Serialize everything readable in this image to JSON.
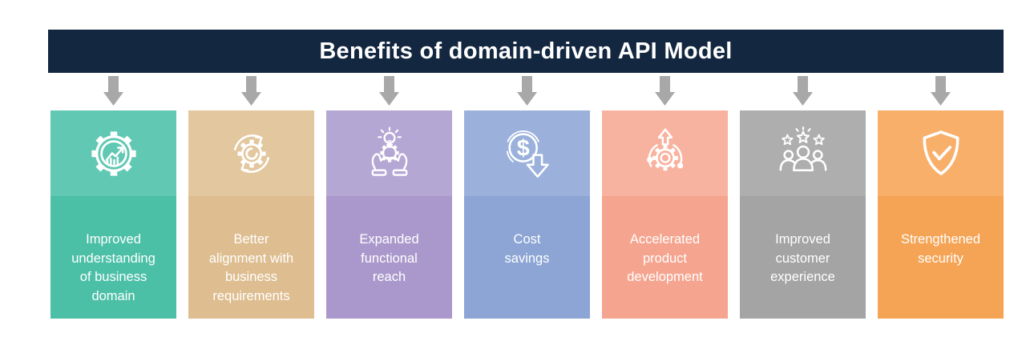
{
  "title": "Benefits of domain-driven API Model",
  "colors": {
    "background": "#FFFFFF",
    "header_bg": "#132740",
    "header_text": "#FFFFFF",
    "arrow": "#A8A8A8",
    "card_text": "#FFFFFF"
  },
  "cards": [
    {
      "id": "improved-understanding",
      "icon": "gear-analytics-icon",
      "label": "Improved\nunderstanding\nof business\ndomain",
      "color_top": "#60C8B3",
      "color_bottom": "#4CC0A7"
    },
    {
      "id": "better-alignment",
      "icon": "gear-sync-icon",
      "label": "Better\nalignment with\nbusiness\nrequirements",
      "color_top": "#E3C79E",
      "color_bottom": "#DEBE90"
    },
    {
      "id": "expanded-reach",
      "icon": "hands-idea-gear-icon",
      "label": "Expanded\nfunctional\nreach",
      "color_top": "#B5A7D4",
      "color_bottom": "#AA98CC"
    },
    {
      "id": "cost-savings",
      "icon": "dollar-decrease-icon",
      "label": "Cost\nsavings",
      "color_top": "#9BB1DB",
      "color_bottom": "#8CA5D4"
    },
    {
      "id": "accelerated-development",
      "icon": "gear-launch-icon",
      "label": "Accelerated\nproduct\ndevelopment",
      "color_top": "#F8B3A0",
      "color_bottom": "#F5A58F"
    },
    {
      "id": "customer-experience",
      "icon": "people-stars-icon",
      "label": "Improved\ncustomer\nexperience",
      "color_top": "#AFAEAE",
      "color_bottom": "#A5A4A4"
    },
    {
      "id": "strengthened-security",
      "icon": "shield-check-icon",
      "label": "Strengthened\nsecurity",
      "color_top": "#F8AF69",
      "color_bottom": "#F5A455"
    }
  ]
}
